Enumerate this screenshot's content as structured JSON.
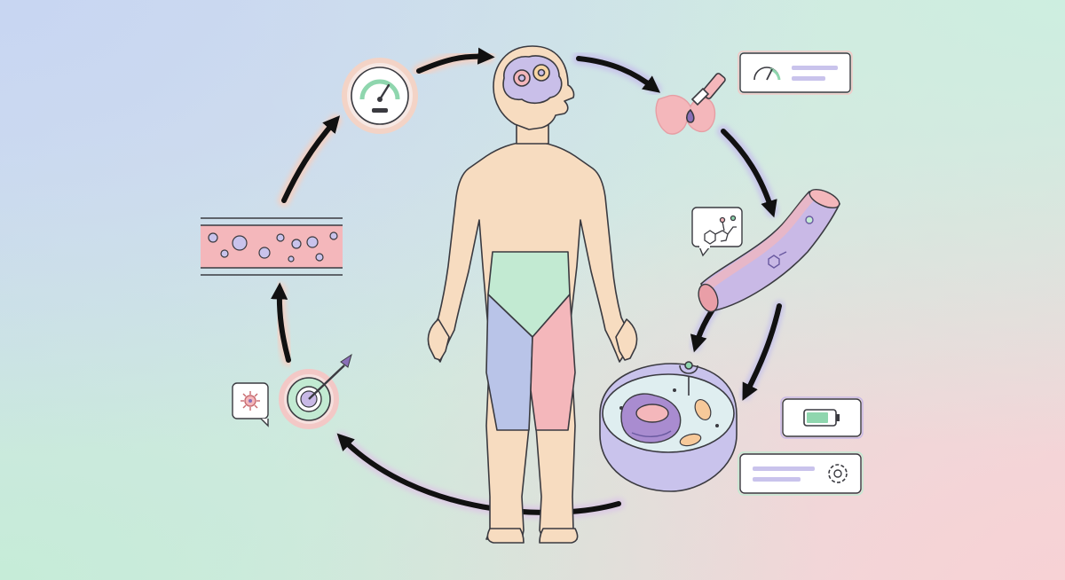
{
  "diagram": {
    "nodes": [
      {
        "id": "brain",
        "icon": "brain-gears-icon"
      },
      {
        "id": "thyroid",
        "icon": "thyroid-dropper-icon"
      },
      {
        "id": "vessel",
        "icon": "blood-vessel-icon"
      },
      {
        "id": "cell",
        "icon": "cell-receptor-icon"
      },
      {
        "id": "target",
        "icon": "target-arrow-icon"
      },
      {
        "id": "bloodstream",
        "icon": "bloodstream-icon"
      },
      {
        "id": "gauge",
        "icon": "gauge-icon"
      }
    ],
    "callouts": [
      {
        "id": "gauge-card",
        "icon": "gauge-icon"
      },
      {
        "id": "molecule-bubble",
        "icon": "molecule-icon"
      },
      {
        "id": "battery-card",
        "icon": "battery-icon"
      },
      {
        "id": "settings-card",
        "icon": "gear-icon"
      },
      {
        "id": "virus-bubble",
        "icon": "virus-icon"
      }
    ],
    "cycle": [
      "gauge",
      "brain",
      "thyroid",
      "vessel",
      "cell",
      "target",
      "bloodstream",
      "gauge"
    ],
    "colors": {
      "skin": "#f7dcc0",
      "outline": "#3a3a40",
      "arrow": "#111111",
      "arrow_glow": "#f3d3c0",
      "pink": "#f4b7bb",
      "green": "#c2ead2",
      "blue": "#b9c4e8",
      "lavender": "#c9b9e6",
      "purple": "#8a6fb8"
    }
  }
}
